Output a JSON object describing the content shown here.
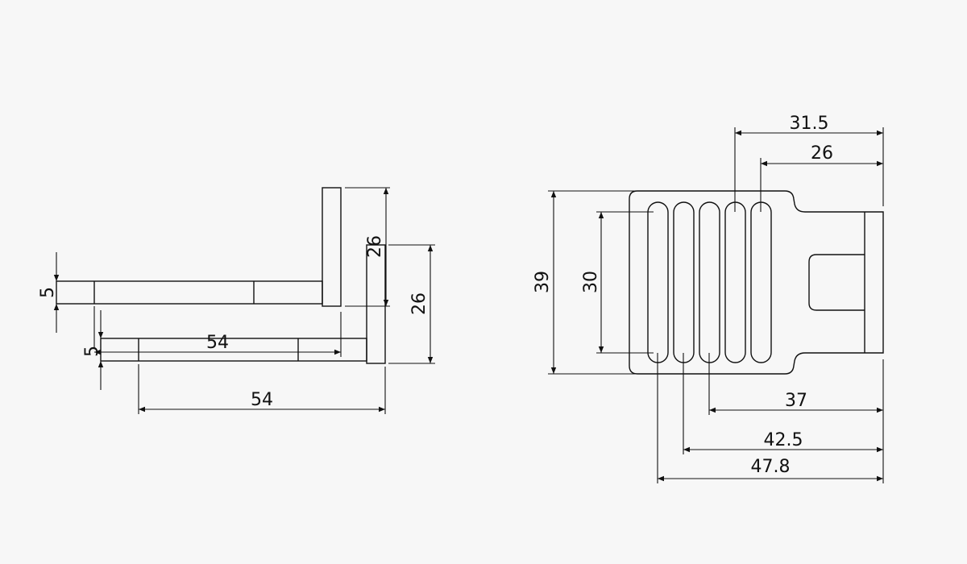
{
  "colors": {
    "background": "#f7f7f7",
    "line": "#111111"
  },
  "side_view": {
    "dim_bracket_width": "54",
    "dim_bracket_width_lower": "54",
    "dim_thickness_upper": "5",
    "dim_thickness_lower": "5",
    "dim_plate_height_upper": "26",
    "dim_plate_height_lower": "26"
  },
  "front_view": {
    "dim_overall_height": "39",
    "dim_slot_height": "30",
    "dim_slot5_offset": "31.5",
    "dim_slot4_offset": "26",
    "dim_slot3_offset": "37",
    "dim_slot2_offset": "42.5",
    "dim_slot1_offset": "47.8"
  }
}
